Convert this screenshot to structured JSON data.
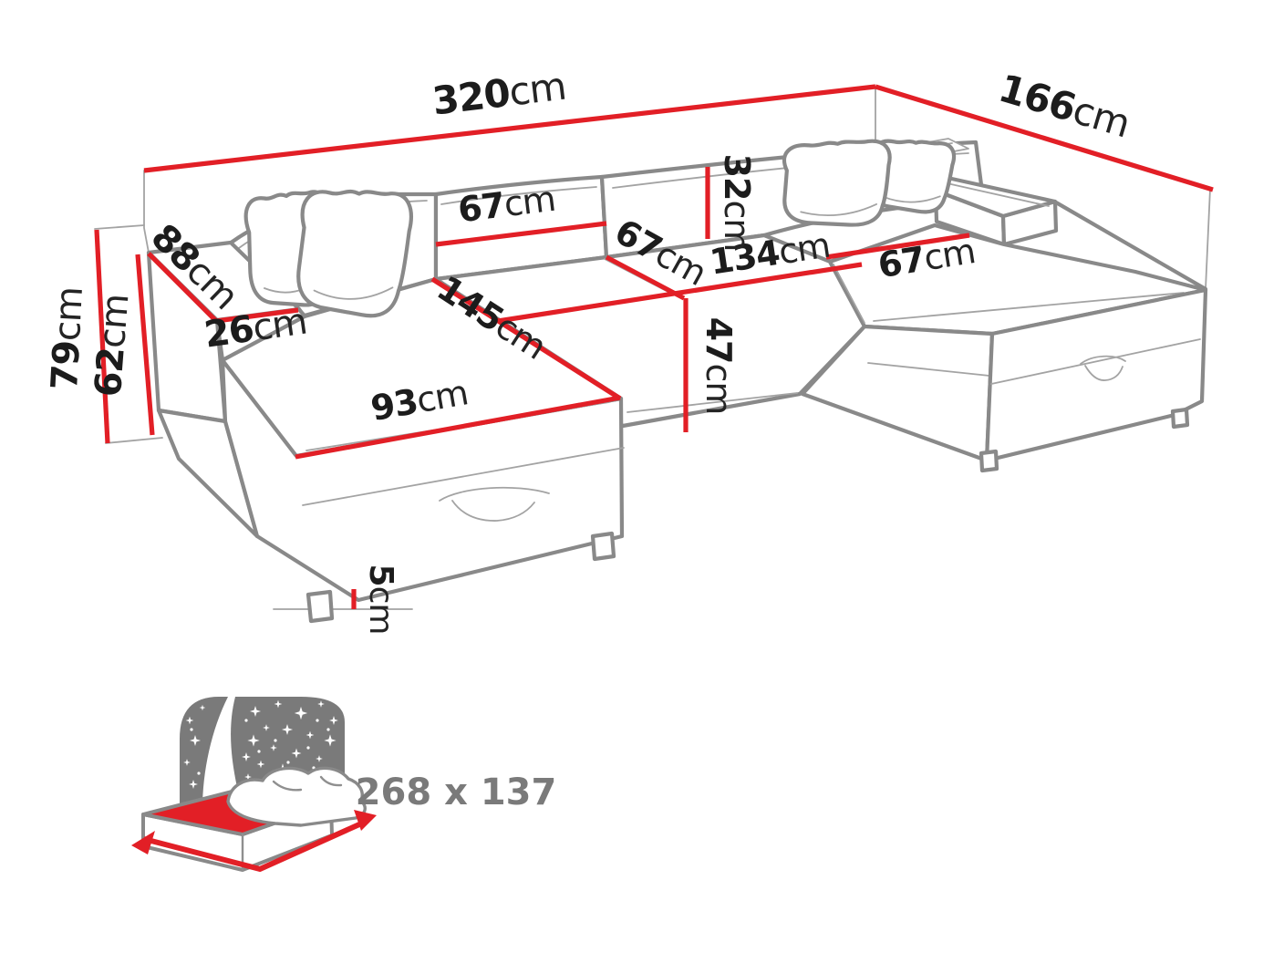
{
  "figure": {
    "type": "corner-sofa-bed-dimension-diagram",
    "units": "cm"
  },
  "dimensions": {
    "total_width": {
      "value": "320",
      "unit": "cm"
    },
    "total_depth": {
      "value": "166",
      "unit": "cm"
    },
    "total_height": {
      "value": "79",
      "unit": "cm"
    },
    "armrest_height": {
      "value": "62",
      "unit": "cm"
    },
    "armrest_length": {
      "value": "88",
      "unit": "cm"
    },
    "armrest_width": {
      "value": "26",
      "unit": "cm"
    },
    "backrest_width": {
      "value": "67",
      "unit": "cm"
    },
    "seat_depth": {
      "value": "67",
      "unit": "cm"
    },
    "center_seat_width": {
      "value": "134",
      "unit": "cm"
    },
    "right_seat_width": {
      "value": "67",
      "unit": "cm"
    },
    "backrest_height": {
      "value": "32",
      "unit": "cm"
    },
    "seat_height": {
      "value": "47",
      "unit": "cm"
    },
    "chaise_length": {
      "value": "145",
      "unit": "cm"
    },
    "chaise_width": {
      "value": "93",
      "unit": "cm"
    },
    "leg_height": {
      "value": "5",
      "unit": "cm"
    }
  },
  "sleeping_area": {
    "label": "268 x 137"
  },
  "colors": {
    "dimension_red": "#e21f26",
    "outline_gray": "#898989",
    "icon_gray": "#7a7a7a",
    "label_black": "#1c1c1c"
  }
}
